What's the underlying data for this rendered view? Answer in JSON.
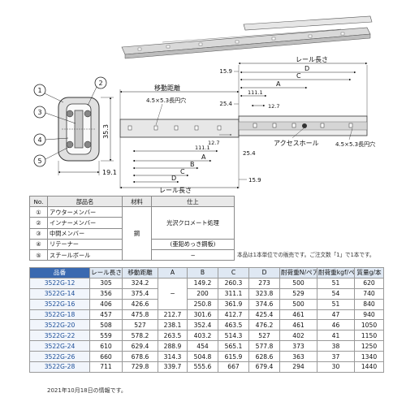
{
  "drawing": {
    "callouts": [
      "1",
      "2",
      "3",
      "4",
      "5"
    ],
    "dim_height": "35.3",
    "dim_width": "19.1",
    "rail_length": "レール長さ",
    "travel": "移動距離",
    "slot_label": "4.5×5.3長円穴",
    "access_hole": "アクセスホール",
    "dims": {
      "d15_9": "15.9",
      "d25_4": "25.4",
      "d111_1": "111.1",
      "d12_7": "12.7",
      "A": "A",
      "B": "B",
      "C": "C",
      "D": "D"
    }
  },
  "parts_table": {
    "headers": [
      "No.",
      "部品名",
      "材料",
      "仕上"
    ],
    "rows": [
      {
        "no": "①",
        "name": "アウターメンバー"
      },
      {
        "no": "②",
        "name": "インナーメンバー"
      },
      {
        "no": "③",
        "name": "中間メンバー"
      },
      {
        "no": "④",
        "name": "リテーナー"
      },
      {
        "no": "⑤",
        "name": "スチールボール"
      }
    ],
    "material": "鋼",
    "finish_main": "光沢クロメート処理",
    "finish_retainer": "(亜鉛めっき鋼板)",
    "finish_ball": "−"
  },
  "note": "本品は1本単位での販売です。ご注文数「1」で1本です。",
  "spec_table": {
    "headers": [
      "品番",
      "レール長さ",
      "移動距離",
      "A",
      "B",
      "C",
      "D",
      "耐荷重N/ペア",
      "耐荷重kgf/ペア",
      "質量g/本"
    ],
    "dash": "−",
    "rows": [
      [
        "3522G-12",
        "305",
        "324.2",
        "",
        "149.2",
        "260.3",
        "273",
        "500",
        "51",
        "620"
      ],
      [
        "3522G-14",
        "356",
        "375.4",
        "",
        "200",
        "311.1",
        "323.8",
        "529",
        "54",
        "740"
      ],
      [
        "3522G-16",
        "406",
        "426.6",
        "",
        "250.8",
        "361.9",
        "374.6",
        "500",
        "51",
        "840"
      ],
      [
        "3522G-18",
        "457",
        "475.8",
        "212.7",
        "301.6",
        "412.7",
        "425.4",
        "461",
        "47",
        "940"
      ],
      [
        "3522G-20",
        "508",
        "527",
        "238.1",
        "352.4",
        "463.5",
        "476.2",
        "461",
        "46",
        "1050"
      ],
      [
        "3522G-22",
        "559",
        "578.2",
        "263.5",
        "403.2",
        "514.3",
        "527",
        "402",
        "41",
        "1150"
      ],
      [
        "3522G-24",
        "610",
        "629.4",
        "288.9",
        "454",
        "565.1",
        "577.8",
        "373",
        "38",
        "1250"
      ],
      [
        "3522G-26",
        "660",
        "678.6",
        "314.3",
        "504.8",
        "615.9",
        "628.6",
        "363",
        "37",
        "1340"
      ],
      [
        "3522G-28",
        "711",
        "729.8",
        "339.7",
        "555.6",
        "667",
        "679.4",
        "294",
        "30",
        "1440"
      ]
    ]
  },
  "footer": "2021年10月18日の情報です。"
}
